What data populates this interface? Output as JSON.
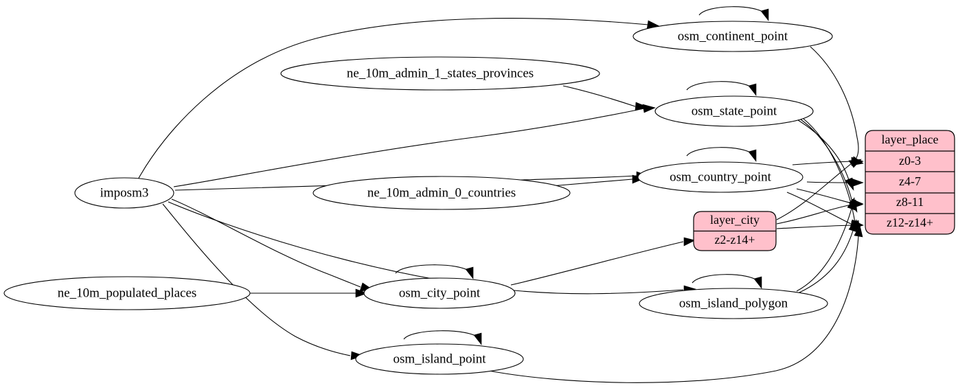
{
  "diagram": {
    "type": "directed-graph",
    "title": "",
    "background_color": "#ffffff",
    "default_node_fill": "#ffffff",
    "default_node_stroke": "#000000",
    "highlight_fill": "#ffc0cb",
    "edge_color": "#000000"
  },
  "nodes": {
    "imposm3": {
      "label": "imposm3",
      "shape": "ellipse"
    },
    "ne_states": {
      "label": "ne_10m_admin_1_states_provinces",
      "shape": "ellipse"
    },
    "ne_countries": {
      "label": "ne_10m_admin_0_countries",
      "shape": "ellipse"
    },
    "ne_places": {
      "label": "ne_10m_populated_places",
      "shape": "ellipse"
    },
    "osm_continent_point": {
      "label": "osm_continent_point",
      "shape": "ellipse"
    },
    "osm_state_point": {
      "label": "osm_state_point",
      "shape": "ellipse"
    },
    "osm_country_point": {
      "label": "osm_country_point",
      "shape": "ellipse"
    },
    "osm_city_point": {
      "label": "osm_city_point",
      "shape": "ellipse"
    },
    "osm_island_point": {
      "label": "osm_island_point",
      "shape": "ellipse"
    },
    "osm_island_polygon": {
      "label": "osm_island_polygon",
      "shape": "ellipse"
    }
  },
  "record_nodes": {
    "layer_place": {
      "header": "layer_place",
      "fill": "#ffc0cb",
      "rows": [
        {
          "label": "z0-3"
        },
        {
          "label": "z4-7"
        },
        {
          "label": "z8-11"
        },
        {
          "label": "z12-z14+"
        }
      ]
    },
    "layer_city": {
      "header": "layer_city",
      "fill": "#ffc0cb",
      "rows": [
        {
          "label": "z2-z14+"
        }
      ]
    }
  },
  "edges": [
    {
      "from": "imposm3",
      "to": "osm_continent_point"
    },
    {
      "from": "imposm3",
      "to": "osm_state_point"
    },
    {
      "from": "imposm3",
      "to": "osm_country_point"
    },
    {
      "from": "imposm3",
      "to": "osm_city_point"
    },
    {
      "from": "imposm3",
      "to": "osm_island_point"
    },
    {
      "from": "imposm3",
      "to": "osm_island_polygon"
    },
    {
      "from": "ne_states",
      "to": "osm_state_point"
    },
    {
      "from": "ne_countries",
      "to": "osm_country_point"
    },
    {
      "from": "ne_places",
      "to": "osm_city_point"
    },
    {
      "from": "osm_continent_point",
      "to": "osm_continent_point"
    },
    {
      "from": "osm_state_point",
      "to": "osm_state_point"
    },
    {
      "from": "osm_country_point",
      "to": "osm_country_point"
    },
    {
      "from": "osm_city_point",
      "to": "osm_city_point"
    },
    {
      "from": "osm_island_point",
      "to": "osm_island_point"
    },
    {
      "from": "osm_island_polygon",
      "to": "osm_island_polygon"
    },
    {
      "from": "osm_continent_point",
      "to": "layer_place.z0-3"
    },
    {
      "from": "osm_state_point",
      "to": "layer_place.z4-7"
    },
    {
      "from": "osm_state_point",
      "to": "layer_place.z8-11"
    },
    {
      "from": "osm_state_point",
      "to": "layer_place.z12-z14+"
    },
    {
      "from": "osm_country_point",
      "to": "layer_place.z0-3"
    },
    {
      "from": "osm_country_point",
      "to": "layer_place.z4-7"
    },
    {
      "from": "osm_country_point",
      "to": "layer_place.z8-11"
    },
    {
      "from": "osm_country_point",
      "to": "layer_place.z12-z14+"
    },
    {
      "from": "osm_city_point",
      "to": "layer_city.z2-z14+"
    },
    {
      "from": "layer_city",
      "to": "layer_place.z8-11"
    },
    {
      "from": "layer_city",
      "to": "layer_place.z12-z14+"
    },
    {
      "from": "osm_island_polygon",
      "to": "layer_place.z8-11"
    },
    {
      "from": "osm_island_polygon",
      "to": "layer_place.z12-z14+"
    },
    {
      "from": "osm_island_point",
      "to": "layer_place.z12-z14+"
    }
  ]
}
